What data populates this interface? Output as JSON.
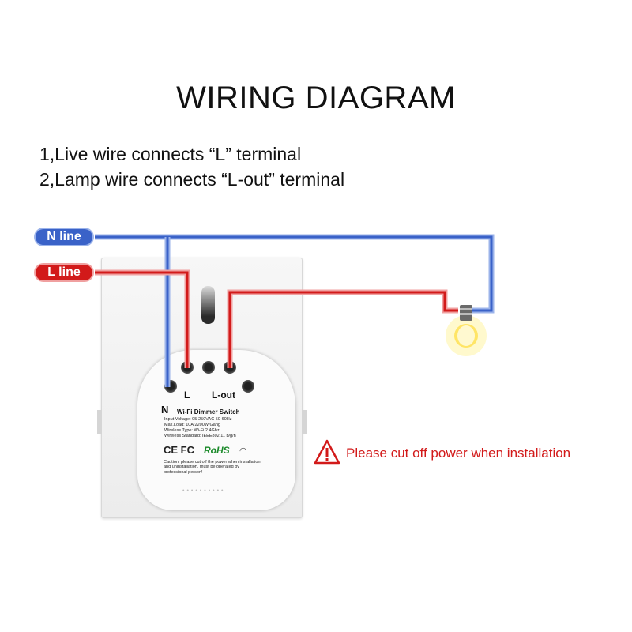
{
  "title": "WIRING DIAGRAM",
  "instructions": [
    "1,Live wire connects “L” terminal",
    "2,Lamp wire connects “L-out” terminal"
  ],
  "labels": {
    "n_line": "N line",
    "l_line": "L line"
  },
  "module": {
    "n_mark": "N",
    "name": "Wi-Fi Dimmer Switch",
    "specs": [
      "Input Voltage: 95-250VAC 50-60Hz",
      "Max.Load: 10A/2200W/Gang",
      "Wireless Type: Wi-Fi 2.4Ghz",
      "Wireless Standard: IEEE802.11 b/g/n"
    ],
    "certs": "CE FC",
    "rohs": "RoHS",
    "caution": "Caution: please cut off the power when installation and uninstallation, must be operated by professional person!"
  },
  "terminals": {
    "l": "L",
    "l_out": "L-out"
  },
  "warning": "Please cut off power when installation",
  "colors": {
    "neutral": "#3a62c8",
    "live": "#d21a1a",
    "warning": "#d21a1a"
  }
}
